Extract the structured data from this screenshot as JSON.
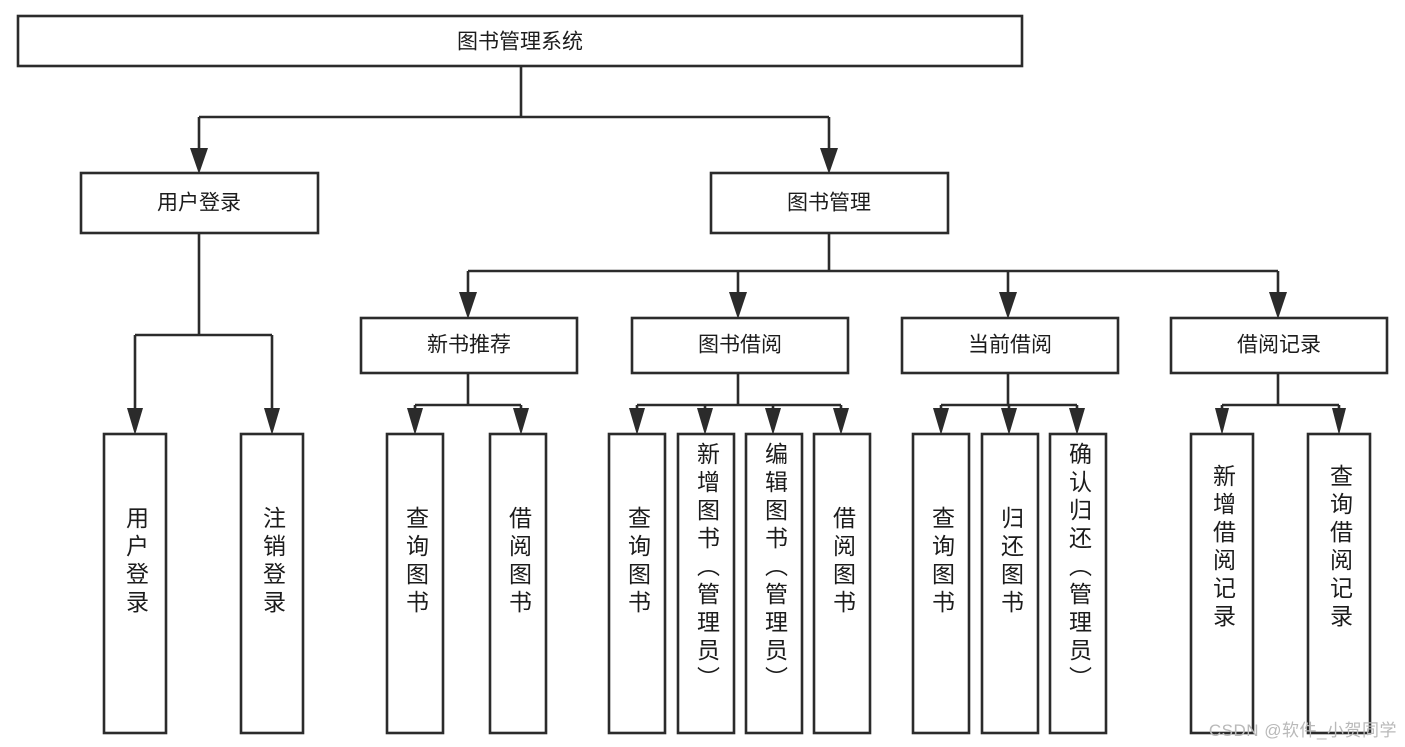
{
  "diagram": {
    "type": "tree-hierarchy-chart",
    "title": "图书管理系统",
    "orientation": "top-down",
    "colors": {
      "box_stroke": "#2b2b2b",
      "box_fill": "#ffffff",
      "text": "#1c1c1c",
      "background": "#ffffff",
      "watermark": "#b9b9b9"
    },
    "root": {
      "label": "图书管理系统",
      "level": 0
    },
    "level1": [
      {
        "id": "user-login",
        "label": "用户登录"
      },
      {
        "id": "book-management",
        "label": "图书管理"
      }
    ],
    "level2": [
      {
        "id": "new-book-recommend",
        "label": "新书推荐",
        "parent": "book-management"
      },
      {
        "id": "book-borrow",
        "label": "图书借阅",
        "parent": "book-management"
      },
      {
        "id": "current-borrow",
        "label": "当前借阅",
        "parent": "book-management"
      },
      {
        "id": "borrow-record",
        "label": "借阅记录",
        "parent": "book-management"
      }
    ],
    "leaves": [
      {
        "id": "leaf-user-login",
        "label": "用户登录",
        "parent": "user-login"
      },
      {
        "id": "leaf-logout-login",
        "label": "注销登录",
        "parent": "user-login"
      },
      {
        "id": "leaf-query-book-1",
        "label": "查询图书",
        "parent": "new-book-recommend"
      },
      {
        "id": "leaf-borrow-book-1",
        "label": "借阅图书",
        "parent": "new-book-recommend"
      },
      {
        "id": "leaf-query-book-2",
        "label": "查询图书",
        "parent": "book-borrow"
      },
      {
        "id": "leaf-add-book",
        "label": "新增图书（管理员）",
        "parent": "book-borrow"
      },
      {
        "id": "leaf-edit-book",
        "label": "编辑图书（管理员）",
        "parent": "book-borrow"
      },
      {
        "id": "leaf-borrow-book-2",
        "label": "借阅图书",
        "parent": "book-borrow"
      },
      {
        "id": "leaf-query-book-3",
        "label": "查询图书",
        "parent": "current-borrow"
      },
      {
        "id": "leaf-return-book",
        "label": "归还图书",
        "parent": "current-borrow"
      },
      {
        "id": "leaf-confirm-return",
        "label": "确认归还（管理员）",
        "parent": "current-borrow"
      },
      {
        "id": "leaf-add-record",
        "label": "新增借阅记录",
        "parent": "borrow-record"
      },
      {
        "id": "leaf-query-record",
        "label": "查询借阅记录",
        "parent": "borrow-record"
      }
    ],
    "watermark": "CSDN @软件_小贺同学"
  }
}
